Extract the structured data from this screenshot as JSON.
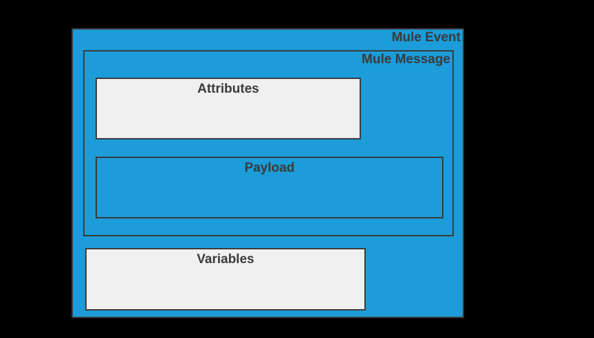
{
  "diagram": {
    "colors": {
      "background": "#000000",
      "container_fill": "#1c9cd8",
      "border": "#3b3b3b",
      "panel_fill": "#f0f0f0",
      "label_text": "#3a3a3a"
    },
    "nodes": {
      "mule_event_label": "Mule Event",
      "mule_message_label": "Mule Message",
      "attributes_label": "Attributes",
      "payload_label": "Payload",
      "variables_label": "Variables"
    }
  }
}
